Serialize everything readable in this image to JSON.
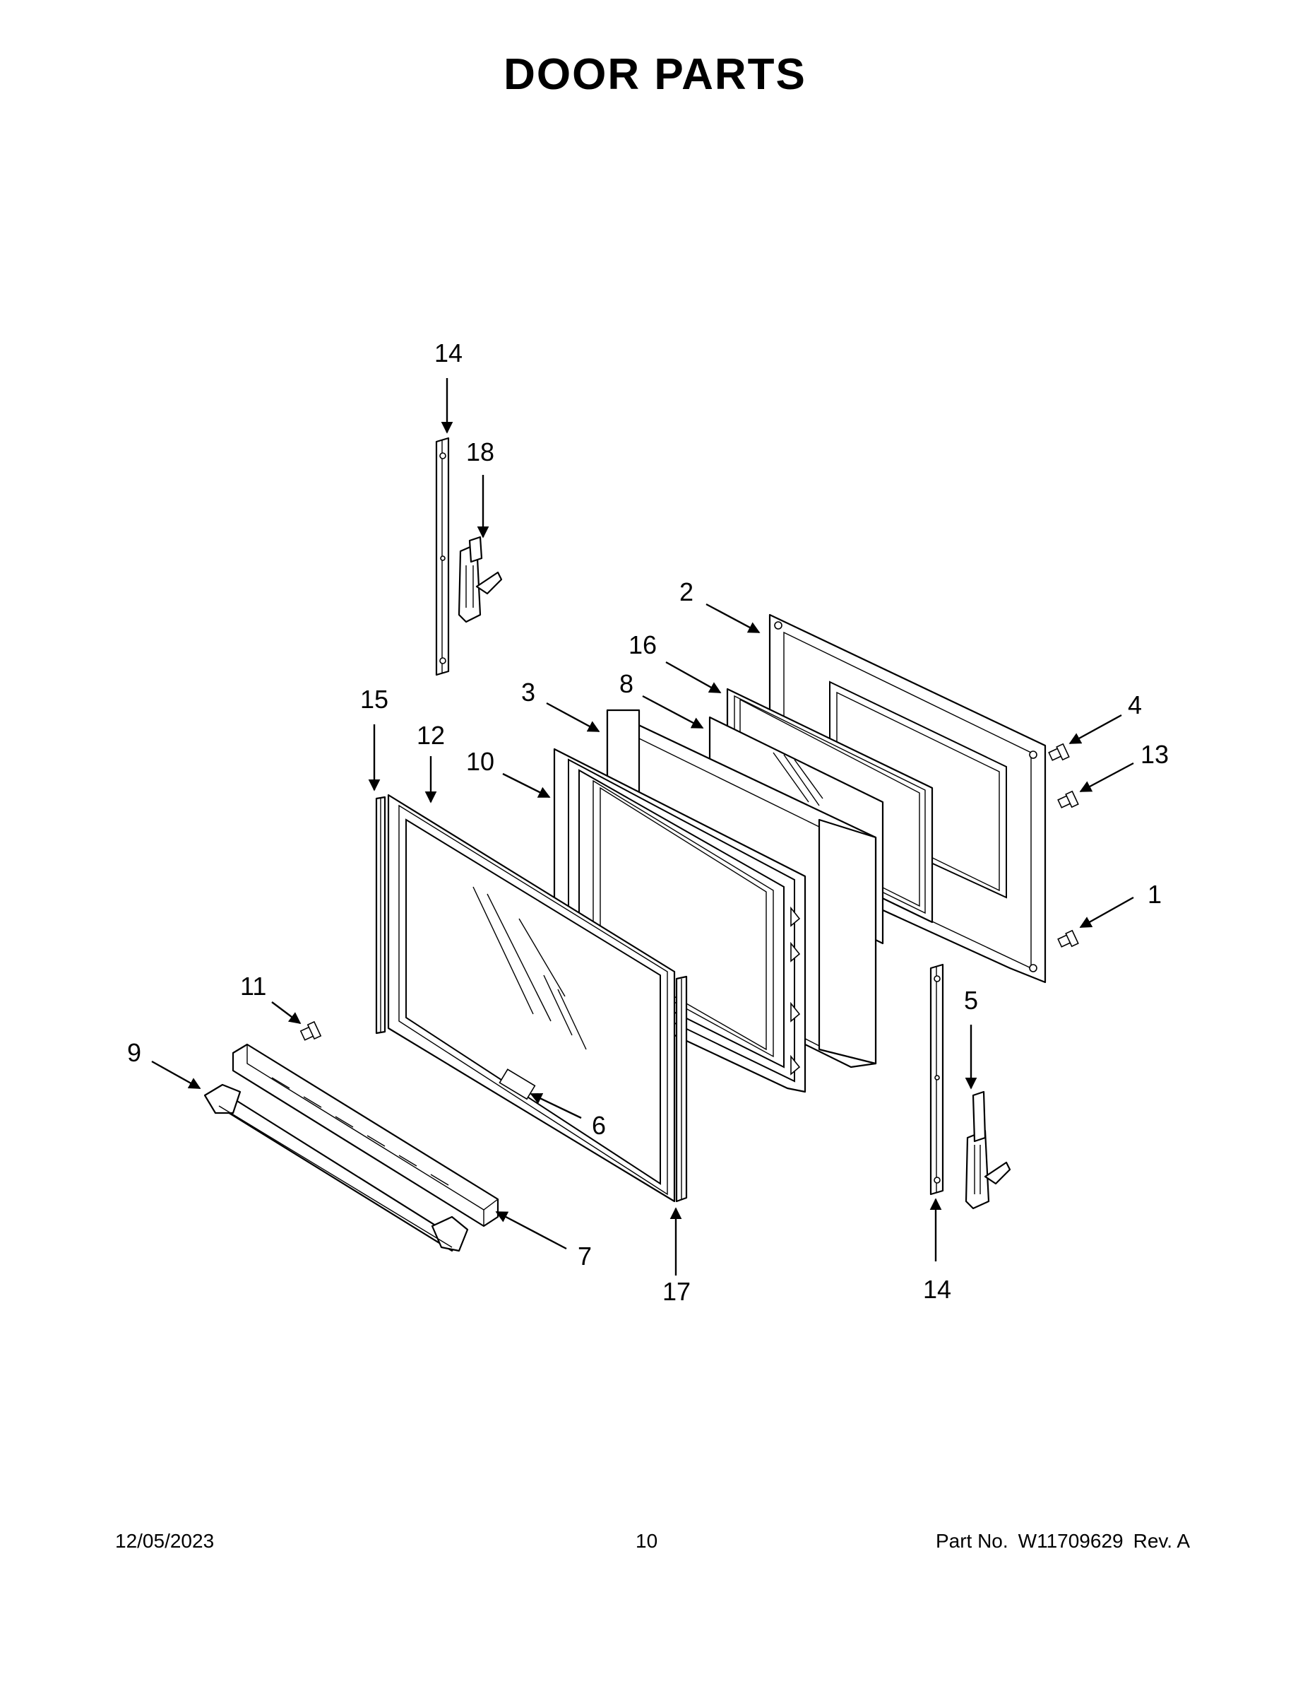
{
  "title": "DOOR PARTS",
  "footer": {
    "date": "12/05/2023",
    "page": "10",
    "part_label": "Part No.",
    "part_number": "W11709629",
    "revision": "Rev. A"
  },
  "callouts": {
    "c14_top": "14",
    "c18": "18",
    "c2": "2",
    "c16": "16",
    "c3": "3",
    "c8": "8",
    "c15": "15",
    "c12": "12",
    "c10": "10",
    "c4": "4",
    "c13": "13",
    "c1": "1",
    "c5": "5",
    "c11": "11",
    "c9": "9",
    "c6": "6",
    "c7": "7",
    "c17": "17",
    "c14_bottom": "14"
  }
}
